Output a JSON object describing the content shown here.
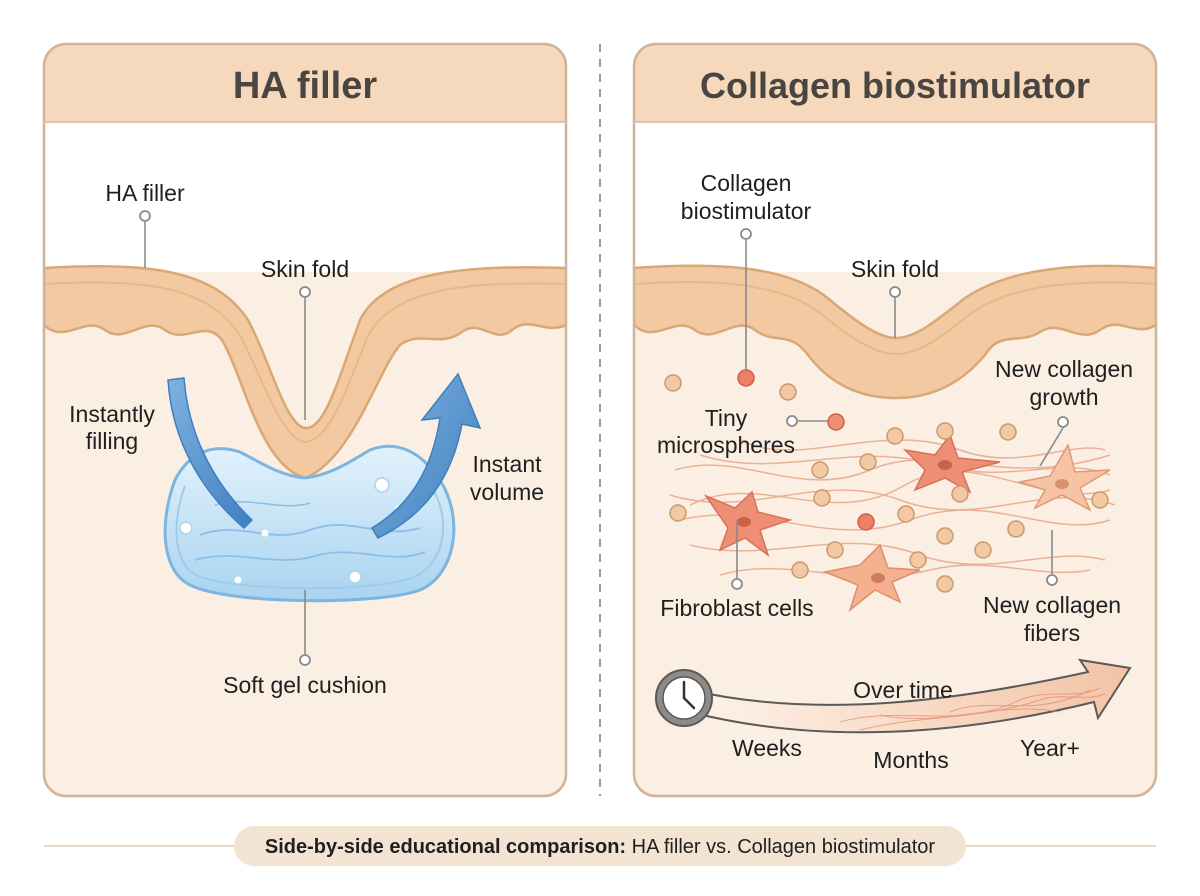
{
  "colors": {
    "panel_fill": "#fbeee2",
    "panel_border": "#cfb39a",
    "header_fill": "#f6d9bd",
    "skin_band": "#f2c9a0",
    "skin_line": "#d8a877",
    "gel_blue": "#bfe0f6",
    "arrow_blue": "#5b96cc",
    "cell_coral": "#ee8f75",
    "sphere": "#f2c9a3",
    "fiber": "#e9a78c"
  },
  "left_panel": {
    "title": "HA filler",
    "labels": {
      "ha_filler": "HA filler",
      "skin_fold": "Skin fold",
      "instantly": "Instantly",
      "filling": "filling",
      "instant": "Instant",
      "volume": "volume",
      "soft_gel_cushion": "Soft gel cushion"
    }
  },
  "right_panel": {
    "title": "Collagen biostimulator",
    "labels": {
      "collagen": "Collagen",
      "biostimulator": "biostimulator",
      "skin_fold": "Skin fold",
      "new_collagen_1": "New collagen",
      "growth": "growth",
      "tiny": "Tiny",
      "microspheres": "microspheres",
      "fibroblast_cells": "Fibroblast cells",
      "new_collagen_2": "New collagen",
      "fibers": "fibers",
      "over_time": "Over time",
      "weeks": "Weeks",
      "months": "Months",
      "year_plus": "Year+"
    }
  },
  "caption": {
    "bold": "Side-by-side educational comparison:",
    "rest": " HA filler vs. Collagen biostimulator"
  },
  "icons": {
    "clock": "clock-icon",
    "arrow_down": "curved-arrow-down-icon",
    "arrow_up": "curved-arrow-up-icon",
    "timeline_arrow": "timeline-arrow-icon"
  }
}
